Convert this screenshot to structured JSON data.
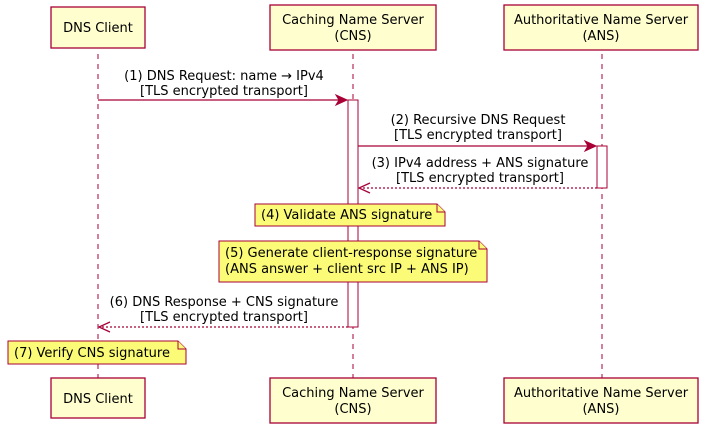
{
  "participants": [
    {
      "id": "client",
      "lines": [
        "DNS Client"
      ]
    },
    {
      "id": "cns",
      "lines": [
        "Caching Name Server",
        "(CNS)"
      ]
    },
    {
      "id": "ans",
      "lines": [
        "Authoritative Name Server",
        "(ANS)"
      ]
    }
  ],
  "messages": [
    {
      "id": "m1",
      "lines": [
        "(1) DNS Request: name → IPv4",
        "[TLS encrypted transport]"
      ]
    },
    {
      "id": "m2",
      "lines": [
        "(2) Recursive DNS Request",
        "[TLS encrypted transport]"
      ]
    },
    {
      "id": "m3",
      "lines": [
        "(3) IPv4 address + ANS signature",
        "[TLS encrypted transport]"
      ]
    },
    {
      "id": "m6",
      "lines": [
        "(6) DNS Response + CNS signature",
        "[TLS encrypted transport]"
      ]
    }
  ],
  "notes": [
    {
      "id": "n4",
      "lines": [
        "(4) Validate ANS signature"
      ]
    },
    {
      "id": "n5",
      "lines": [
        "(5) Generate client-response signature",
        "(ANS answer + client src IP + ANS IP)"
      ]
    },
    {
      "id": "n7",
      "lines": [
        "(7) Verify CNS signature"
      ]
    }
  ]
}
